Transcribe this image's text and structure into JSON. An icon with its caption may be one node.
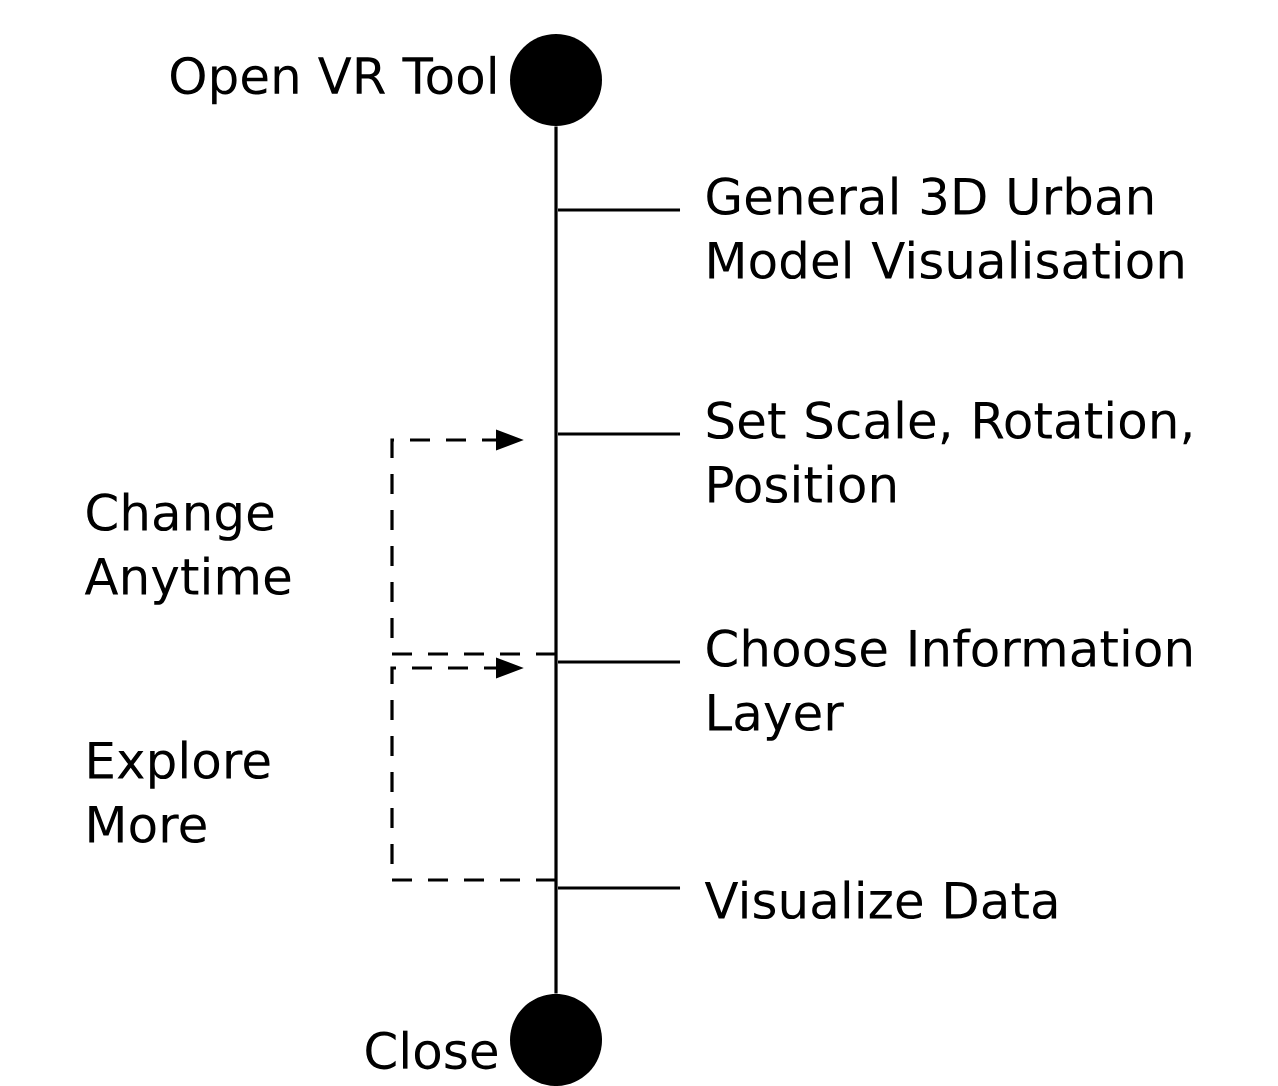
{
  "diagram": {
    "nodes": [
      {
        "text": [],
        "shape": "circle",
        "beside": [
          "Open VR Tool"
        ]
      },
      {
        "text": [
          "General 3D Urban Model Visualisation"
        ]
      },
      {
        "text": [
          "Set Scale, Rotation, Position"
        ]
      },
      {
        "text": [
          "Choose Information Layer"
        ]
      },
      {
        "text": [
          "Visualize Data"
        ]
      },
      {
        "text": [],
        "shape": "circle",
        "beside": [
          "Close"
        ]
      }
    ],
    "edges": [
      {
        "from": 0,
        "to": 5,
        "arrow": "none"
      },
      {
        "from": 3,
        "to": 2,
        "arrow": "to",
        "style": "dashed",
        "label": "Change Anytime"
      },
      {
        "from": 4,
        "to": 3,
        "arrow": "to",
        "style": "dashed",
        "label": "Explore More"
      }
    ]
  }
}
